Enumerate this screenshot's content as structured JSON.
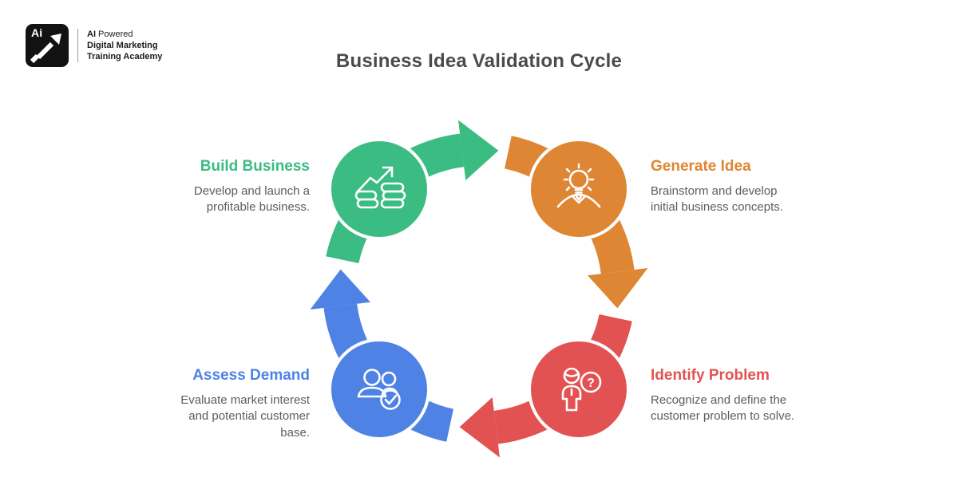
{
  "page": {
    "title": "Business Idea Validation Cycle",
    "background": "#FFFFFF",
    "title_color": "#4A4A4A",
    "body_text_color": "#5C5C5C"
  },
  "logo": {
    "monogram": "Ai",
    "line1_bold": "AI",
    "line1_rest": " Powered",
    "line2": "Digital Marketing",
    "line3": "Training Academy",
    "box_color": "#121212"
  },
  "diagram": {
    "nodes": [
      {
        "id": "generate-idea",
        "label": "Generate Idea",
        "description": "Brainstorm and develop initial business concepts.",
        "color": "#DE8633",
        "icon": "idea-person-icon",
        "position": "top-right"
      },
      {
        "id": "identify-problem",
        "label": "Identify Problem",
        "description": "Recognize and define the customer problem to solve.",
        "color": "#E35252",
        "icon": "person-question-icon",
        "position": "bottom-right"
      },
      {
        "id": "assess-demand",
        "label": "Assess Demand",
        "description": "Evaluate market interest and potential customer base.",
        "color": "#4E82E5",
        "icon": "team-check-icon",
        "position": "bottom-left"
      },
      {
        "id": "build-business",
        "label": "Build Business",
        "description": "Develop and launch a profitable business.",
        "color": "#3BBC82",
        "icon": "growth-chart-icon",
        "position": "top-left"
      }
    ],
    "flow": [
      "Generate Idea",
      "Identify Problem",
      "Assess Demand",
      "Build Business"
    ],
    "direction": "clockwise"
  }
}
